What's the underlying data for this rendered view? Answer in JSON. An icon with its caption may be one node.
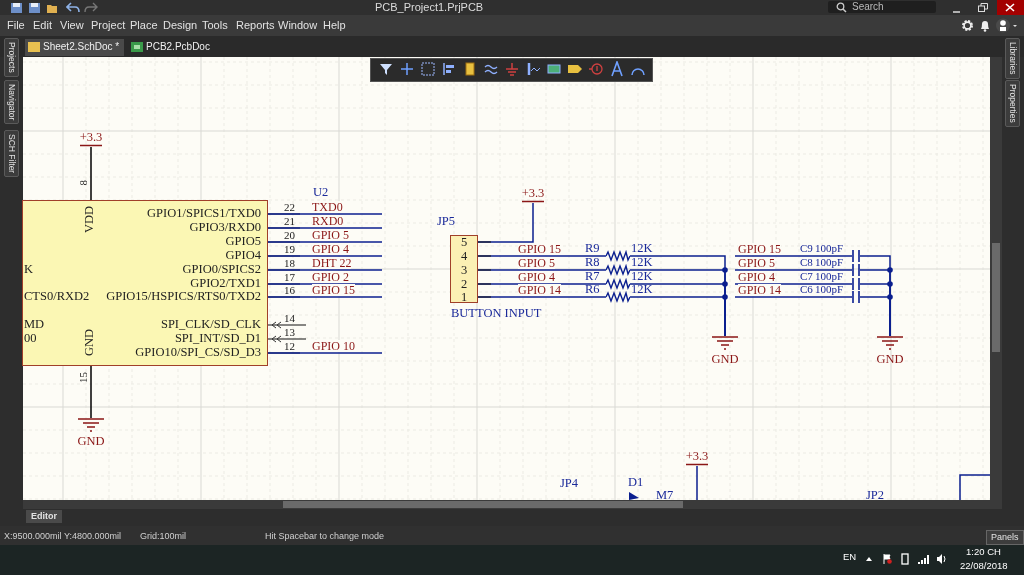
{
  "diagram": {
    "nodes": [
      {
        "text": [
          "VDD",
          "GPIO1/SPICS1/TXD0",
          "GPIO3/RXD0",
          "GPIO5",
          "GPIO4",
          "K",
          "GPIO0/SPICS2",
          "GPIO2/TXD1",
          "CTS0/RXD2",
          "GPIO15/HSPICS/RTS0/TXD2",
          "MD",
          "SPI_CLK/SD_CLK",
          "00",
          "SPI_INT/SD_D1",
          "GND",
          "GPIO10/SPI_CS/SD_D3"
        ]
      },
      {
        "text": [
          "+3.3"
        ]
      },
      {
        "text": [
          "GND"
        ]
      },
      {
        "text": [
          "5",
          "4",
          "3",
          "2",
          "1"
        ],
        "beside": [
          "JP5",
          "BUTTON INPUT"
        ]
      },
      {
        "text": [
          "+3.3"
        ]
      },
      {
        "text": [
          "R9",
          "12K"
        ]
      },
      {
        "text": [
          "R8",
          "12K"
        ]
      },
      {
        "text": [
          "R7",
          "12K"
        ]
      },
      {
        "text": [
          "R6",
          "12K"
        ]
      },
      {
        "text": [
          "GND"
        ]
      },
      {
        "text": [
          "C9",
          "100pF"
        ]
      },
      {
        "text": [
          "C8",
          "100pF"
        ]
      },
      {
        "text": [
          "C7",
          "100pF"
        ]
      },
      {
        "text": [
          "C6",
          "100pF"
        ]
      },
      {
        "text": [
          "GND"
        ]
      },
      {
        "text": [
          "+3.3"
        ]
      }
    ],
    "edges": [
      {
        "from": 1,
        "to": 0,
        "arrow": "none",
        "color": "#000000"
      },
      {
        "from": 0,
        "to": 2,
        "arrow": "none",
        "color": "#000000"
      },
      {
        "from": 3,
        "to": 4,
        "arrow": "none"
      },
      {
        "from": 3,
        "to": 5,
        "arrow": "none",
        "label": "GPIO 15"
      },
      {
        "from": 3,
        "to": 6,
        "arrow": "none",
        "label": "GPIO 5"
      },
      {
        "from": 3,
        "to": 7,
        "arrow": "none",
        "label": "GPIO 4"
      },
      {
        "from": 3,
        "to": 8,
        "arrow": "none",
        "label": "GPIO 14"
      },
      {
        "from": 5,
        "to": 9,
        "arrow": "none"
      },
      {
        "from": 6,
        "to": 9,
        "arrow": "none"
      },
      {
        "from": 7,
        "to": 9,
        "arrow": "none"
      },
      {
        "from": 8,
        "to": 9,
        "arrow": "none"
      },
      {
        "from": 10,
        "to": 14,
        "arrow": "none"
      },
      {
        "from": 11,
        "to": 14,
        "arrow": "none"
      },
      {
        "from": 12,
        "to": 14,
        "arrow": "none"
      },
      {
        "from": 13,
        "to": 14,
        "arrow": "none"
      },
      {
        "from": 15,
        "to": null,
        "arrow": "none"
      },
      {
        "from": 0,
        "to": null,
        "arrow": "none",
        "label": "TXD0"
      },
      {
        "from": 0,
        "to": null,
        "arrow": "none",
        "label": "RXD0"
      },
      {
        "from": 0,
        "to": null,
        "arrow": "none",
        "label": "GPIO 5"
      },
      {
        "from": 0,
        "to": null,
        "arrow": "none",
        "label": "GPIO 4"
      },
      {
        "from": 0,
        "to": null,
        "arrow": "none",
        "label": "DHT 22"
      },
      {
        "from": 0,
        "to": null,
        "arrow": "none",
        "label": "GPIO 2"
      },
      {
        "from": 0,
        "to": null,
        "arrow": "none",
        "label": "GPIO 15"
      },
      {
        "from": 0,
        "to": null,
        "arrow": "none",
        "label": "GPIO 10"
      },
      {
        "from": null,
        "to": 10,
        "arrow": "none",
        "label": "GPIO 15"
      },
      {
        "from": null,
        "to": 11,
        "arrow": "none",
        "label": "GPIO 5"
      },
      {
        "from": null,
        "to": 12,
        "arrow": "none",
        "label": "GPIO 4"
      },
      {
        "from": null,
        "to": 13,
        "arrow": "none",
        "label": "GPIO 14"
      }
    ],
    "labels": [
      "PCB_Project1.PrjPCB",
      "Search",
      "File",
      "Edit",
      "View",
      "Project",
      "Place",
      "Design",
      "Tools",
      "Reports",
      "Window",
      "Help",
      "Sheet2.SchDoc *",
      "PCB2.PcbDoc",
      "Projects",
      "Navigator",
      "SCH Filter",
      "Libraries",
      "Properties",
      "U2",
      "22",
      "21",
      "20",
      "19",
      "18",
      "17",
      "16",
      "14",
      "13",
      "12",
      "8",
      "15",
      "JP4",
      "D1",
      "M7",
      "JP2",
      "Editor",
      "X:9500.000mil Y:4800.000mil",
      "Grid:100mil",
      "Hit Spacebar to change mode",
      "Panels",
      "EN",
      "1:20 CH",
      "22/08/2018"
    ]
  }
}
